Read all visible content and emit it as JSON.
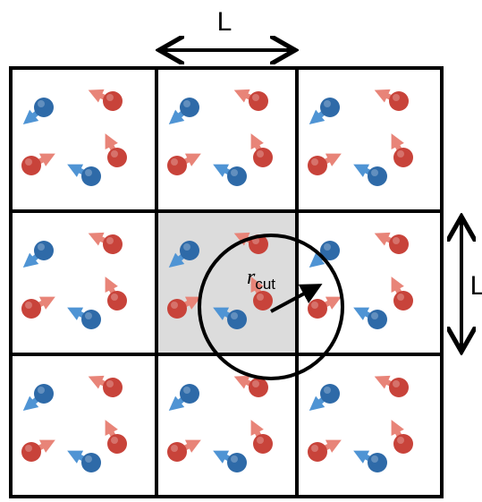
{
  "labels": {
    "top_dimension": "L",
    "right_dimension": "L",
    "cutoff_symbol": "r",
    "cutoff_subscript": "cut"
  },
  "grid": {
    "rows": 3,
    "columns": 3,
    "central_cell": [
      1,
      1
    ]
  },
  "colors": {
    "blue_particle": "#2e6aa8",
    "blue_arrow": "#4f94d4",
    "red_particle": "#c8433a",
    "red_arrow": "#e88478",
    "central_cell_fill": "#dcdcdc",
    "lines": "#000000"
  },
  "particles_per_cell": [
    {
      "species": "blue",
      "name": "particle-blue-1"
    },
    {
      "species": "red",
      "name": "particle-red-1"
    },
    {
      "species": "red",
      "name": "particle-red-2"
    },
    {
      "species": "red",
      "name": "particle-red-3"
    },
    {
      "species": "blue",
      "name": "particle-blue-2"
    }
  ]
}
